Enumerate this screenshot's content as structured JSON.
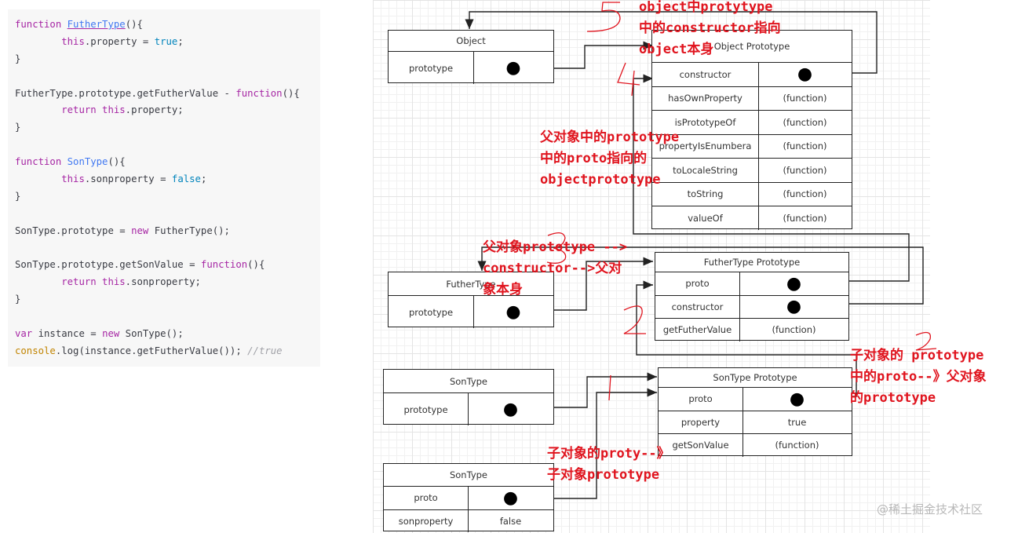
{
  "code": {
    "lines": [
      [
        [
          "kw",
          "function "
        ],
        [
          "fn-u",
          "FutherType"
        ],
        [
          "plain",
          "(){"
        ]
      ],
      [
        [
          "plain",
          "        "
        ],
        [
          "kw",
          "this"
        ],
        [
          "plain",
          ".property = "
        ],
        [
          "bool",
          "true"
        ],
        [
          "plain",
          ";"
        ]
      ],
      [
        [
          "plain",
          "}"
        ]
      ],
      [],
      [
        [
          "plain",
          "FutherType.prototype.getFutherValue - "
        ],
        [
          "kw",
          "function"
        ],
        [
          "plain",
          "(){"
        ]
      ],
      [
        [
          "plain",
          "        "
        ],
        [
          "kw",
          "return this"
        ],
        [
          "plain",
          ".property;"
        ]
      ],
      [
        [
          "plain",
          "}"
        ]
      ],
      [],
      [
        [
          "kw",
          "function "
        ],
        [
          "fn",
          "SonType"
        ],
        [
          "plain",
          "(){"
        ]
      ],
      [
        [
          "plain",
          "        "
        ],
        [
          "kw",
          "this"
        ],
        [
          "plain",
          ".sonproperty = "
        ],
        [
          "bool",
          "false"
        ],
        [
          "plain",
          ";"
        ]
      ],
      [
        [
          "plain",
          "}"
        ]
      ],
      [],
      [
        [
          "plain",
          "SonType.prototype = "
        ],
        [
          "kw",
          "new"
        ],
        [
          "plain",
          " FutherType();"
        ]
      ],
      [],
      [
        [
          "plain",
          "SonType.prototype.getSonValue = "
        ],
        [
          "kw",
          "function"
        ],
        [
          "plain",
          "(){"
        ]
      ],
      [
        [
          "plain",
          "        "
        ],
        [
          "kw",
          "return this"
        ],
        [
          "plain",
          ".sonproperty;"
        ]
      ],
      [
        [
          "plain",
          "}"
        ]
      ],
      [],
      [
        [
          "kw",
          "var"
        ],
        [
          "plain",
          " instance = "
        ],
        [
          "kw",
          "new"
        ],
        [
          "plain",
          " SonType();"
        ]
      ],
      [
        [
          "builtin",
          "console"
        ],
        [
          "plain",
          ".log(instance.getFutherValue()); "
        ],
        [
          "comment",
          "//true"
        ]
      ]
    ]
  },
  "boxes": {
    "object": {
      "title": "Object",
      "rows": [
        [
          "prototype",
          "●"
        ]
      ]
    },
    "object_prototype": {
      "title": "Object Prototype",
      "rows": [
        [
          "constructor",
          "●"
        ],
        [
          "hasOwnProperty",
          "(function)"
        ],
        [
          "isPrototypeOf",
          "(function)"
        ],
        [
          "propertyIsEnumbera",
          "(function)"
        ],
        [
          "toLocaleString",
          "(function)"
        ],
        [
          "toString",
          "(function)"
        ],
        [
          "valueOf",
          "(function)"
        ]
      ]
    },
    "futher_type": {
      "title": "FutherType",
      "rows": [
        [
          "prototype",
          "●"
        ]
      ]
    },
    "futher_type_prototype": {
      "title": "FutherType Prototype",
      "rows": [
        [
          "proto",
          "●"
        ],
        [
          "constructor",
          "●"
        ],
        [
          "getFutherValue",
          "(function)"
        ]
      ]
    },
    "son_type": {
      "title": "SonType",
      "rows": [
        [
          "prototype",
          "●"
        ]
      ]
    },
    "son_type_prototype": {
      "title": "SonType Prototype",
      "rows": [
        [
          "proto",
          "●"
        ],
        [
          "property",
          "true"
        ],
        [
          "getSonValue",
          "(function)"
        ]
      ]
    },
    "instance": {
      "title": "SonType",
      "rows": [
        [
          "proto",
          "●"
        ],
        [
          "sonproperty",
          "false"
        ]
      ]
    }
  },
  "annotations": {
    "object_constructor": "object中protytype\n中的constructor指向\nobject本身",
    "father_proto": "父对象中的prototype\n中的proto指向的\nobjectprototype",
    "father_constructor": "父对象prototype -->\nconstructor-->父对\n象本身",
    "son_proto": "子对象的 prototype\n中的proto--》父对象\n的prototype",
    "instance_proto": "子对象的proty--》\n子对象prototype"
  },
  "colors": {
    "annotation": "#e0141e",
    "keyword": "#a626a4",
    "bool": "#0184bc",
    "function": "#4078f2",
    "builtin": "#c18401",
    "comment": "#a0a1a7"
  },
  "watermark": "@稀土掘金技术社区"
}
